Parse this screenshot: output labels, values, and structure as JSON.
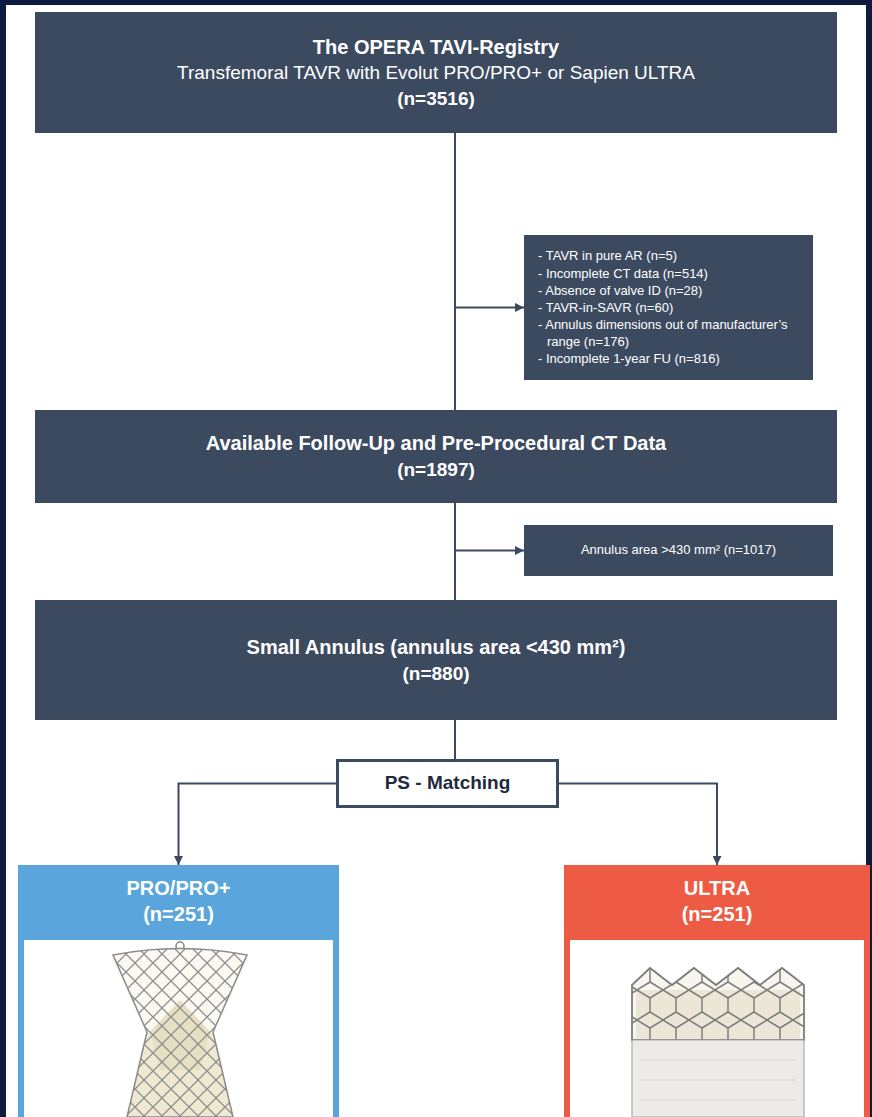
{
  "diagram": {
    "nodes": [
      {
        "text": [
          "The OPERA TAVI-Registry",
          "Transfemoral TAVR with Evolut PRO/PRO+ or Sapien ULTRA",
          "(n=3516)"
        ]
      },
      {
        "text": [
          "- TAVR in pure AR (n=5)",
          "- Incomplete CT data (n=514)",
          "- Absence of valve ID (n=28)",
          "- TAVR-in-SAVR (n=60)",
          "- Annulus dimensions out of manufacturer’s range (n=176)",
          "- Incomplete 1-year FU (n=816)"
        ]
      },
      {
        "text": [
          "Available Follow-Up and Pre-Procedural CT Data",
          "(n=1897)"
        ]
      },
      {
        "text": [
          "Annulus area >430 mm² (n=1017)"
        ]
      },
      {
        "text": [
          "Small Annulus (annulus area <430 mm²)",
          "(n=880)"
        ]
      },
      {
        "text": [
          "PS - Matching"
        ]
      },
      {
        "text": [
          "PRO/PRO+",
          "(n=251)"
        ]
      },
      {
        "text": [
          "ULTRA",
          "(n=251)"
        ]
      }
    ],
    "edges": [
      {
        "from": 0,
        "to": 2,
        "arrow": "none"
      },
      {
        "from": 0,
        "to": 1,
        "arrow": "to"
      },
      {
        "from": 2,
        "to": 4,
        "arrow": "none"
      },
      {
        "from": 2,
        "to": 3,
        "arrow": "to"
      },
      {
        "from": 4,
        "to": 5,
        "arrow": "none"
      },
      {
        "from": 5,
        "to": 6,
        "arrow": "to"
      },
      {
        "from": 5,
        "to": 7,
        "arrow": "to"
      }
    ]
  }
}
